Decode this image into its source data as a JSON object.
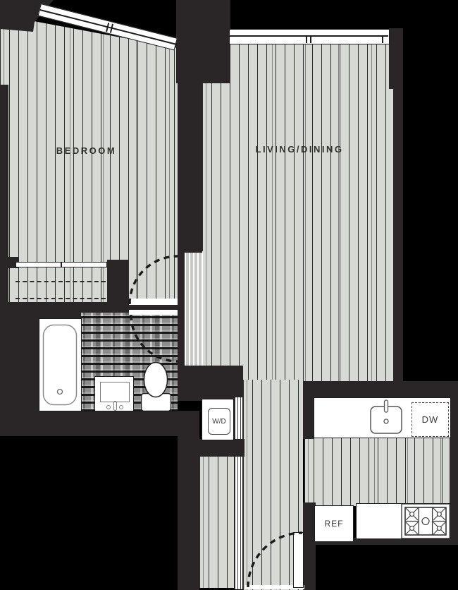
{
  "rooms": {
    "bedroom": {
      "label": "BEDROOM"
    },
    "living_dining": {
      "label": "LIVING/DINING"
    }
  },
  "fixtures": {
    "washer_dryer": {
      "label": "W/D"
    },
    "dishwasher": {
      "label": "DW"
    },
    "refrigerator": {
      "label": "REF"
    }
  },
  "colors": {
    "outside": "#000000",
    "wall": "#2a2526",
    "floor": "#d7d9d5",
    "tile": "#8d8d8d",
    "fixture_white": "#ffffff",
    "label_text": "#2e332b",
    "appliance_text": "#3a3a3a",
    "door_arc": "#1b1b1b"
  }
}
